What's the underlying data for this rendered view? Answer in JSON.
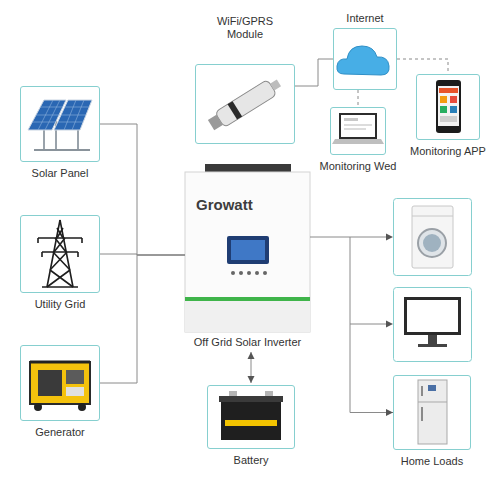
{
  "diagram": {
    "nodes": [
      {
        "text": [
          "Solar Panel"
        ]
      },
      {
        "text": [
          "Utility Grid"
        ]
      },
      {
        "text": [
          "Generator"
        ]
      },
      {
        "text": [
          "WiFi/GPRS Module"
        ]
      },
      {
        "text": [
          "Internet"
        ]
      },
      {
        "text": [
          "Monitoring Wed"
        ]
      },
      {
        "text": [
          "Monitoring APP"
        ]
      },
      {
        "text": [
          "Growatt",
          "Off Grid Solar Inverter"
        ]
      },
      {
        "text": [
          "Battery"
        ]
      },
      {
        "text": [
          "Home Loads"
        ]
      }
    ],
    "edges": [
      {
        "from": 0,
        "to": 7,
        "arrow": "none"
      },
      {
        "from": 1,
        "to": 7,
        "arrow": "none"
      },
      {
        "from": 2,
        "to": 7,
        "arrow": "none"
      },
      {
        "from": 3,
        "to": 4,
        "arrow": "none"
      },
      {
        "from": 4,
        "to": 5,
        "arrow": "none"
      },
      {
        "from": 4,
        "to": 6,
        "arrow": "none"
      },
      {
        "from": 7,
        "to": 8,
        "arrow": "both"
      },
      {
        "from": 7,
        "to": 9,
        "arrow": "to"
      }
    ]
  }
}
